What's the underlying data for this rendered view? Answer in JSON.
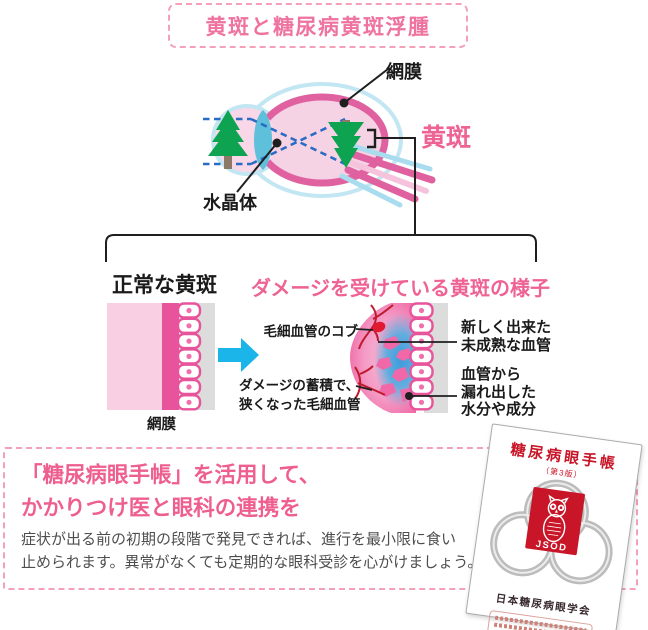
{
  "title_badge": {
    "text": "黄斑と糖尿病黄斑浮腫"
  },
  "eye_diagram": {
    "retina_label": "網膜",
    "lens_label": "水晶体",
    "macula_label": "黄斑"
  },
  "comparison": {
    "normal": {
      "heading": "正常な黄斑",
      "retina_label": "網膜"
    },
    "damaged": {
      "heading": "ダメージを受けている黄斑の様子",
      "capillary_bump_label": "毛細血管のコブ",
      "narrowed_label_line1": "ダメージの蓄積で、",
      "narrowed_label_line2": "狭くなった毛細血管",
      "new_vessels_label_line1": "新しく出来た",
      "new_vessels_label_line2": "未成熟な血管",
      "leakage_label_line1": "血管から",
      "leakage_label_line2": "漏れ出した",
      "leakage_label_line3": "水分や成分"
    }
  },
  "advice_box": {
    "heading_line1": "「糖尿病眼手帳」を活用して、",
    "heading_line2": "かかりつけ医と眼科の連携を",
    "body_line1": "症状が出る前の初期の段階で発見できれば、進行を最小限に食い",
    "body_line2": "止められます。異常がなくても定期的な眼科受診を心がけましょう。"
  },
  "booklet": {
    "title": "糖尿病眼手帳",
    "edition": "（第3版）",
    "logo_text": "JSOD",
    "society_name": "日本糖尿病眼学会"
  },
  "colors": {
    "accent_pink": "#ee6394",
    "dashed_border_pink": "#f3a0b8",
    "arrow_blue": "#1cb5ea",
    "retina_ring_pink": "#e0619f",
    "eye_outline_blue": "#c2e6f2",
    "lens_blue": "#5fc0dc",
    "tree_green": "#0da351",
    "edema_blue": "#4aa3dc",
    "vessel_red": "#bf1a2e",
    "booklet_red": "#c81528"
  }
}
